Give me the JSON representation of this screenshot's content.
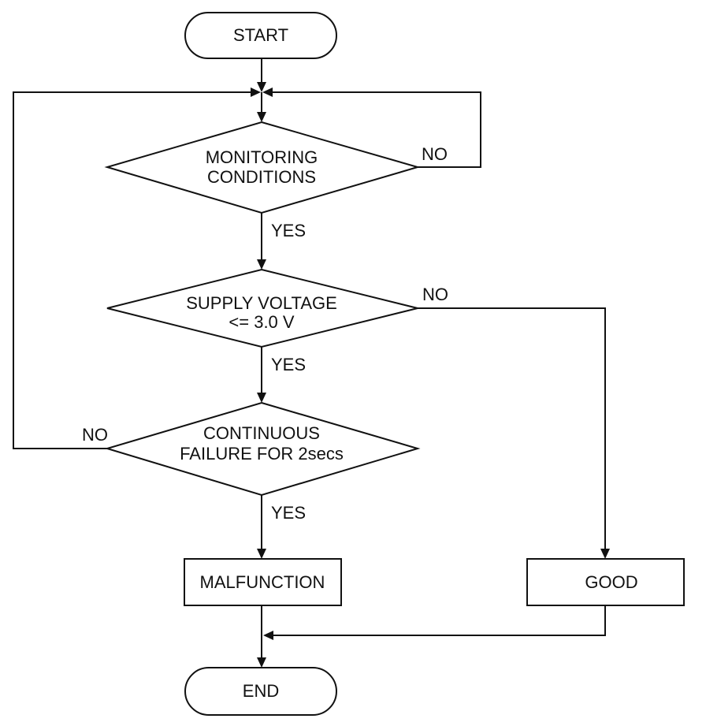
{
  "flowchart": {
    "start": "START",
    "end": "END",
    "decision_monitoring": [
      "MONITORING",
      "CONDITIONS"
    ],
    "decision_supply_voltage": [
      "SUPPLY VOLTAGE",
      "<=  3.0 V"
    ],
    "decision_continuous": [
      "CONTINUOUS",
      "FAILURE FOR 2secs"
    ],
    "process_malfunction": "MALFUNCTION",
    "process_good": "GOOD",
    "labels": {
      "monitoring_no": "NO",
      "monitoring_yes": "YES",
      "supply_no": "NO",
      "supply_yes": "YES",
      "continuous_no": "NO",
      "continuous_yes": "YES"
    }
  }
}
